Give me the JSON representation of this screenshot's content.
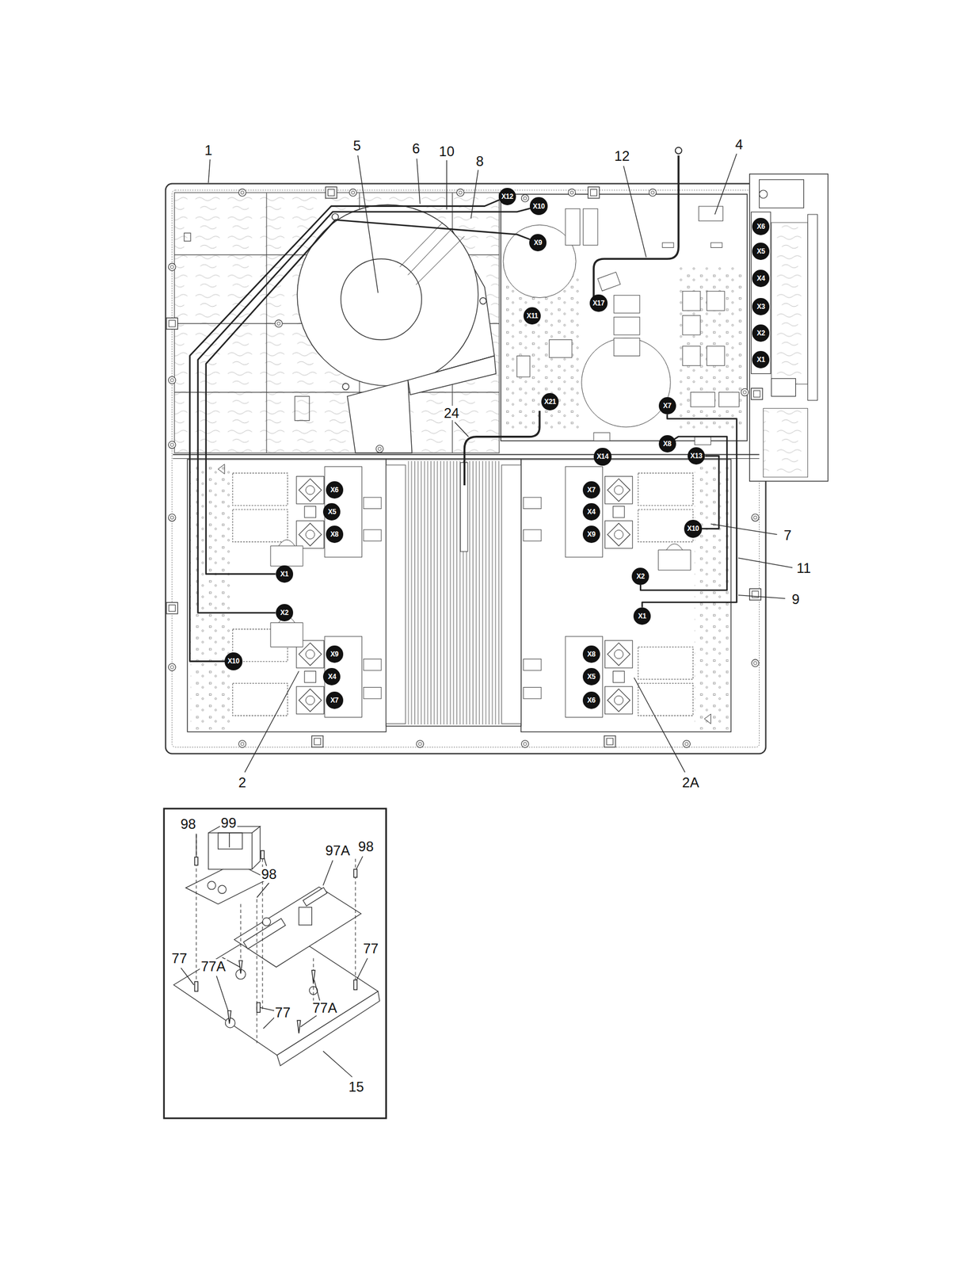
{
  "diagram": {
    "nodes": [
      {
        "text": [
          "X12"
        ]
      },
      {
        "text": [
          "X10"
        ]
      },
      {
        "text": [
          "X9"
        ]
      },
      {
        "text": [
          "X17"
        ]
      },
      {
        "text": [
          "X11"
        ]
      },
      {
        "text": [
          "X6"
        ]
      },
      {
        "text": [
          "X5"
        ]
      },
      {
        "text": [
          "X4"
        ]
      },
      {
        "text": [
          "X3"
        ]
      },
      {
        "text": [
          "X2"
        ]
      },
      {
        "text": [
          "X1"
        ]
      },
      {
        "text": [
          "X21"
        ]
      },
      {
        "text": [
          "X7"
        ]
      },
      {
        "text": [
          "X8"
        ]
      },
      {
        "text": [
          "X14"
        ]
      },
      {
        "text": [
          "X13"
        ]
      },
      {
        "text": [
          "X6"
        ]
      },
      {
        "text": [
          "X5"
        ]
      },
      {
        "text": [
          "X8"
        ]
      },
      {
        "text": [
          "X1"
        ]
      },
      {
        "text": [
          "X2"
        ]
      },
      {
        "text": [
          "X9"
        ]
      },
      {
        "text": [
          "X4"
        ]
      },
      {
        "text": [
          "X10"
        ]
      },
      {
        "text": [
          "X7"
        ]
      },
      {
        "text": [
          "X7"
        ]
      },
      {
        "text": [
          "X4"
        ]
      },
      {
        "text": [
          "X9"
        ]
      },
      {
        "text": [
          "X10"
        ]
      },
      {
        "text": [
          "X2"
        ]
      },
      {
        "text": [
          "X1"
        ]
      },
      {
        "text": [
          "X8"
        ]
      },
      {
        "text": [
          "X5"
        ]
      },
      {
        "text": [
          "X6"
        ]
      }
    ],
    "edges": [
      {
        "from": 0,
        "to": 23,
        "arrow": "none"
      },
      {
        "from": 1,
        "to": 20,
        "arrow": "none"
      },
      {
        "from": 2,
        "to": 19,
        "arrow": "none"
      },
      {
        "from": 15,
        "to": 28,
        "arrow": "none"
      },
      {
        "from": 13,
        "to": 29,
        "arrow": "none"
      },
      {
        "from": 12,
        "to": 30,
        "arrow": "none"
      }
    ],
    "labels": [
      "1",
      "5",
      "6",
      "10",
      "8",
      "12",
      "4",
      "24",
      "7",
      "11",
      "9",
      "2",
      "2A",
      "98",
      "99",
      "98",
      "97A",
      "98",
      "77",
      "77A",
      "77",
      "77",
      "77A",
      "15"
    ]
  }
}
